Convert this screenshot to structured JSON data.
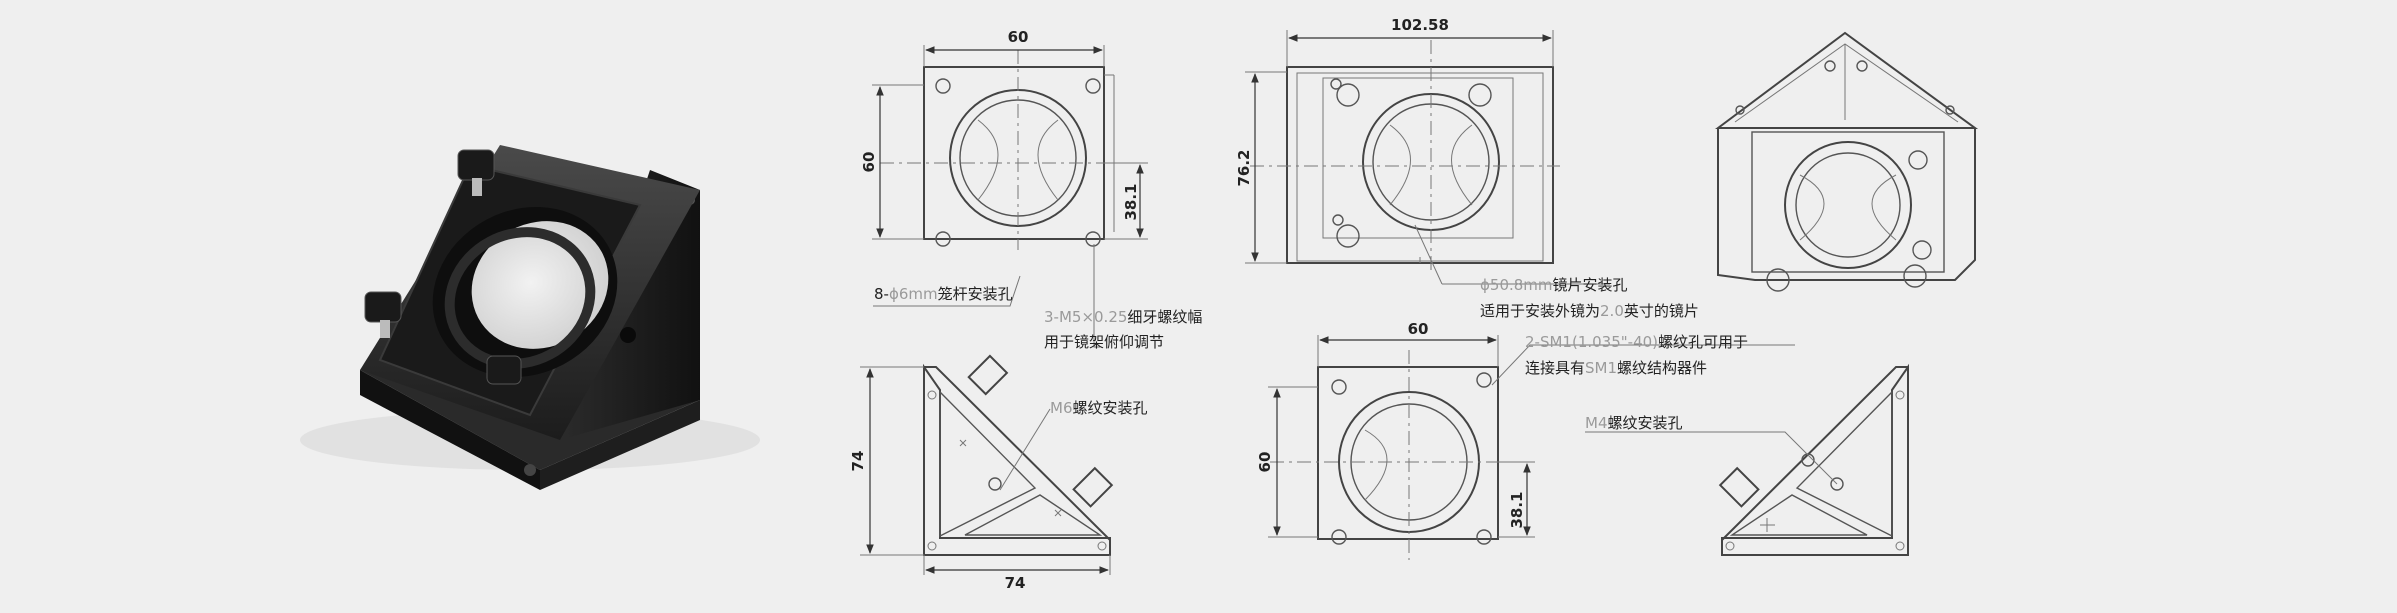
{
  "dimensions": {
    "front_top_width": "60",
    "front_left_height": "60",
    "front_right_offset": "38.1",
    "rear_top_width": "102.58",
    "rear_left_height": "76.2",
    "side1_height": "74",
    "side1_width": "74",
    "front2_top_width": "60",
    "front2_left_height": "60",
    "front2_right_offset": "38.1"
  },
  "callouts": {
    "cage_hole": {
      "prefix": "8-",
      "phi": "ϕ6mm",
      "text": "笼杆安装孔"
    },
    "thread_hole": {
      "gray": "3-M5×0.25",
      "text": "细牙螺纹幅",
      "line2": "用于镜架俯仰调节"
    },
    "lens_hole": {
      "line1_gray": "ϕ50.8mm",
      "line1_text": "镜片安装孔",
      "line2_a": "适用于安装外镜为",
      "line2_gray": "2.0",
      "line2_b": "英寸的镜片"
    },
    "sm1_hole": {
      "line1_gray": "2-SM1(1.035\"-40)",
      "line1_text": "螺纹孔可用于",
      "line2_a": "连接具有",
      "line2_gray": "SM1",
      "line2_b": "螺纹结构器件"
    },
    "m6_hole": {
      "gray": "M6",
      "text": "螺纹安装孔"
    },
    "m4_hole": {
      "gray": "M4",
      "text": "螺纹安装孔"
    }
  }
}
